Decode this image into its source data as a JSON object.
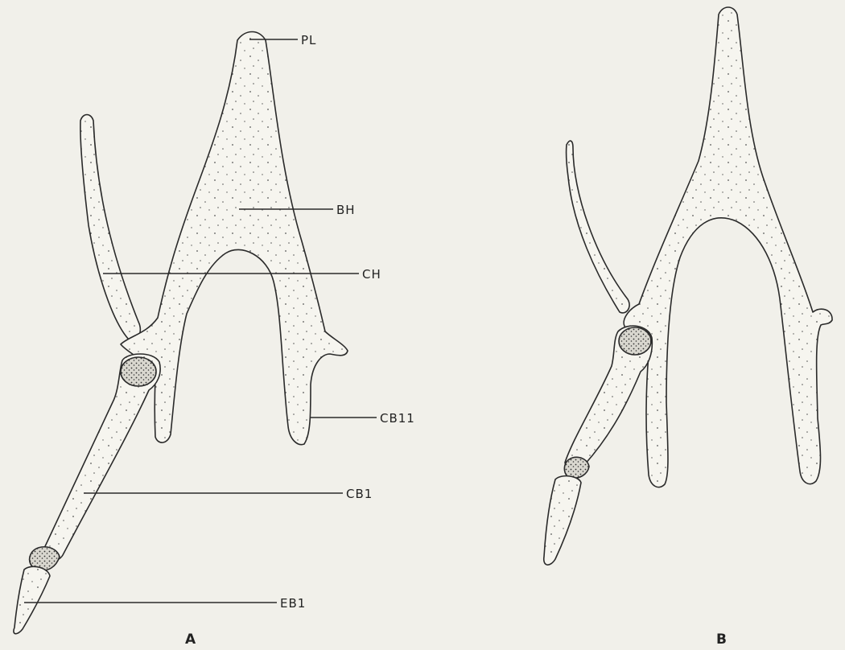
{
  "labels": {
    "pl": "PL",
    "bh": "BH",
    "ch": "CH",
    "cb11": "CB11",
    "cb1": "CB1",
    "eb1": "EB1"
  },
  "panels": {
    "a": "A",
    "b": "B"
  }
}
